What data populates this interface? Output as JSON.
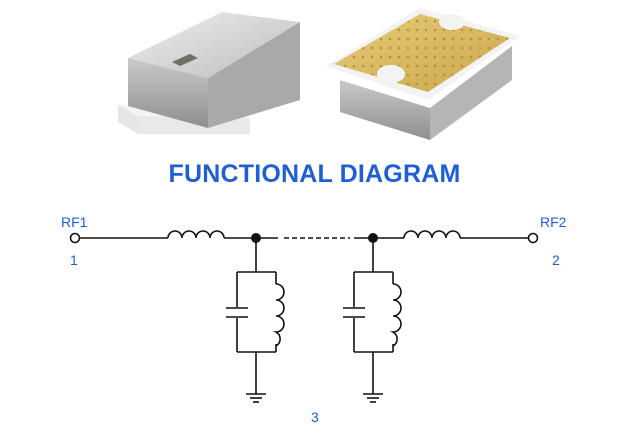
{
  "title": "FUNCTIONAL DIAGRAM",
  "ports": {
    "rf1": {
      "name": "RF1",
      "pin": "1"
    },
    "rf2": {
      "name": "RF2",
      "pin": "2"
    },
    "ground": {
      "pin": "3"
    }
  },
  "colors": {
    "accent": "#1f5fd6",
    "wire": "#111111",
    "metal_light": "#d9d9d9",
    "metal_dark": "#9b9b9b",
    "gold": "#d6b45a",
    "base_white": "#f2f2f2"
  },
  "icons": [
    "component-photo-top",
    "component-photo-bottom",
    "inductor-symbol",
    "capacitor-symbol",
    "ground-symbol",
    "port-circle"
  ]
}
